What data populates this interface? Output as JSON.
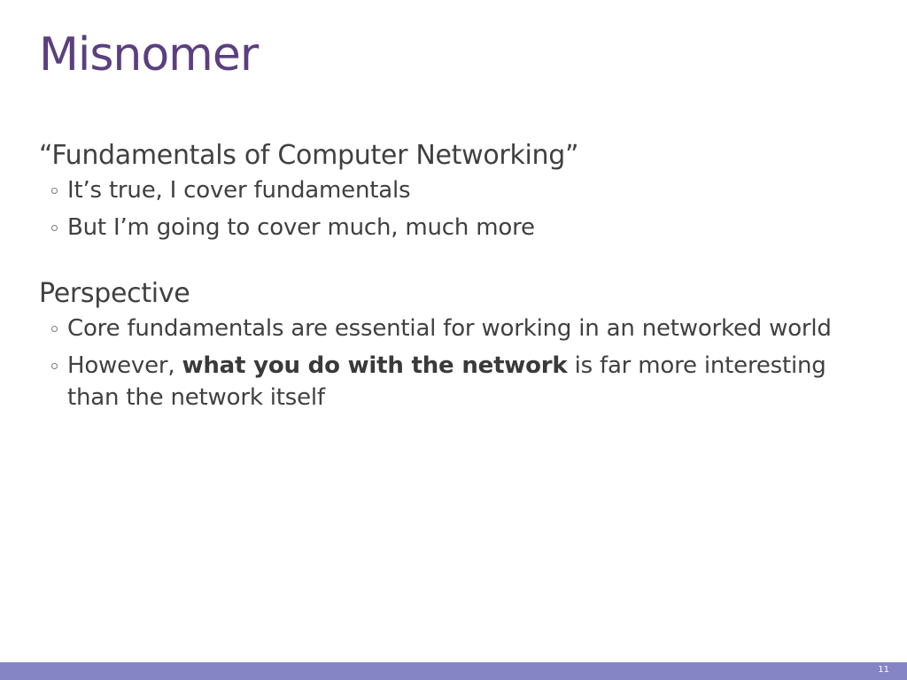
{
  "slide": {
    "title": "Misnomer",
    "sections": [
      {
        "heading": "“Fundamentals of Computer Networking”",
        "bullets": [
          "It’s true, I cover fundamentals",
          "But I’m going to cover much, much more"
        ]
      },
      {
        "heading": "Perspective",
        "bullets": [
          "Core fundamentals are essential for working in an networked world",
          {
            "before": "However, ",
            "bold": "what you do with the network",
            "after": " is far more interesting than the network itself"
          }
        ]
      }
    ],
    "page_number": "11"
  },
  "colors": {
    "title": "#5b3f7f",
    "body_text": "#404040",
    "footer_bar": "#8585c6"
  }
}
